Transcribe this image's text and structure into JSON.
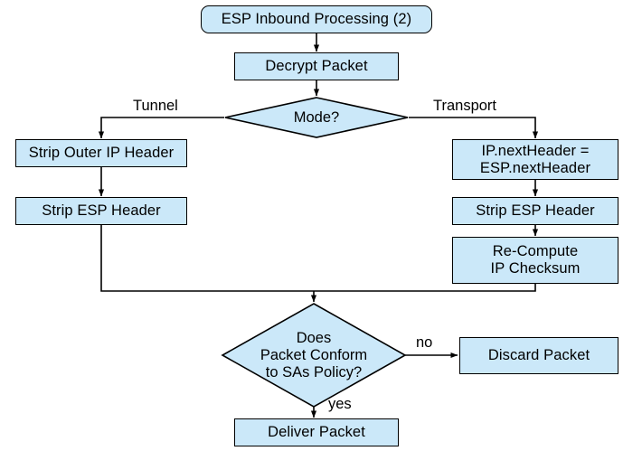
{
  "diagram": {
    "title": "ESP Inbound Processing (2)",
    "style": {
      "fill": "#cbe8f9",
      "stroke": "#000000",
      "text": "#000000",
      "background": "#ffffff"
    },
    "nodes": [
      {
        "id": "start",
        "shape": "rounded-rect",
        "label": "ESP Inbound Processing (2)"
      },
      {
        "id": "decrypt",
        "shape": "rect",
        "label": "Decrypt Packet"
      },
      {
        "id": "mode",
        "shape": "diamond",
        "label": "Mode?"
      },
      {
        "id": "strip-outer-ip",
        "shape": "rect",
        "label": "Strip Outer IP Header"
      },
      {
        "id": "strip-esp-tunnel",
        "shape": "rect",
        "label": "Strip ESP Header"
      },
      {
        "id": "next-header",
        "shape": "rect",
        "label": "IP.nextHeader =\nESP.nextHeader"
      },
      {
        "id": "strip-esp-transport",
        "shape": "rect",
        "label": "Strip ESP Header"
      },
      {
        "id": "recompute",
        "shape": "rect",
        "label": "Re-Compute\nIP Checksum"
      },
      {
        "id": "conform",
        "shape": "diamond",
        "label": "Does\nPacket Conform\nto SAs Policy?"
      },
      {
        "id": "discard",
        "shape": "rect",
        "label": "Discard Packet"
      },
      {
        "id": "deliver",
        "shape": "rect",
        "label": "Deliver Packet"
      }
    ],
    "edge_labels": [
      {
        "id": "tunnel",
        "label": "Tunnel",
        "from": "mode",
        "to": "strip-outer-ip"
      },
      {
        "id": "transport",
        "label": "Transport",
        "from": "mode",
        "to": "next-header"
      },
      {
        "id": "no",
        "label": "no",
        "from": "conform",
        "to": "discard"
      },
      {
        "id": "yes",
        "label": "yes",
        "from": "conform",
        "to": "deliver"
      }
    ]
  }
}
